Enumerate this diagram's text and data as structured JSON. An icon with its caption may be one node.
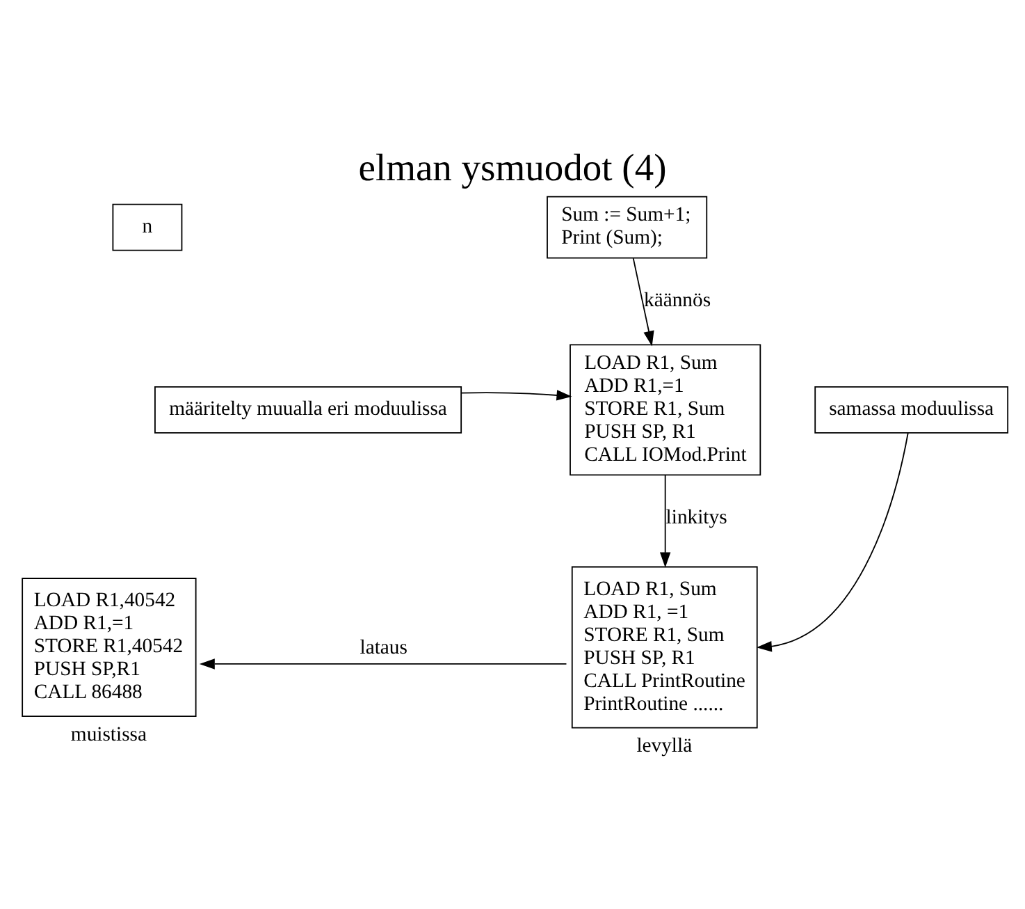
{
  "diagram": {
    "title": "elman ysmuodot (4)",
    "nodes": [
      {
        "text": [
          "Sum := Sum+1;",
          "Print (Sum);"
        ]
      },
      {
        "text": [
          "LOAD R1, Sum",
          "ADD R1,=1",
          "STORE R1, Sum",
          "PUSH SP, R1",
          "CALL IOMod.Print"
        ]
      },
      {
        "text": [
          "LOAD R1, Sum",
          "ADD R1, =1",
          "STORE R1, Sum",
          "PUSH SP, R1",
          "CALL PrintRoutine",
          "PrintRoutine ......"
        ],
        "beside": [
          "levyllä"
        ]
      },
      {
        "text": [
          "LOAD R1,40542",
          "ADD R1,=1",
          "STORE R1,40542",
          "PUSH SP,R1",
          "CALL 86488"
        ],
        "beside": [
          "muistissa"
        ]
      },
      {
        "text": [
          "määritelty muualla eri moduulissa"
        ]
      },
      {
        "text": [
          "samassa moduulissa"
        ]
      },
      {
        "text": [
          "n"
        ]
      }
    ],
    "edges": [
      {
        "from": 0,
        "to": 1,
        "arrow": "to",
        "label": "käännös"
      },
      {
        "from": 1,
        "to": 2,
        "arrow": "to",
        "label": "linkitys"
      },
      {
        "from": 2,
        "to": 3,
        "arrow": "to",
        "label": "lataus"
      },
      {
        "from": 4,
        "to": 1,
        "arrow": "to"
      },
      {
        "from": 5,
        "to": 2,
        "arrow": "to"
      }
    ]
  }
}
